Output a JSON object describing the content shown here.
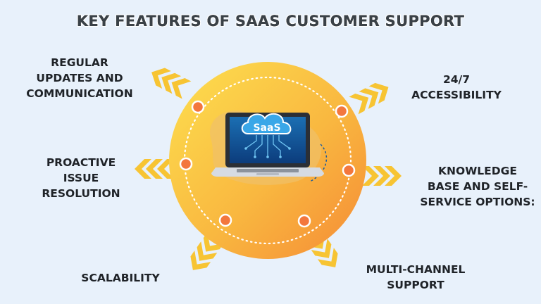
{
  "title": "KEY FEATURES OF SAAS CUSTOMER SUPPORT",
  "center": {
    "logo_text": "SaaS"
  },
  "features": [
    {
      "id": "regular-updates",
      "lines": [
        "REGULAR",
        "UPDATES AND",
        "COMMUNICATION"
      ]
    },
    {
      "id": "accessibility",
      "lines": [
        "24/7",
        "ACCESSIBILITY"
      ]
    },
    {
      "id": "proactive",
      "lines": [
        "PROACTIVE",
        "ISSUE",
        "RESOLUTION"
      ]
    },
    {
      "id": "knowledge-base",
      "lines": [
        "KNOWLEDGE",
        "BASE AND SELF-",
        "SERVICE OPTIONS:"
      ]
    },
    {
      "id": "scalability",
      "lines": [
        "SCALABILITY"
      ]
    },
    {
      "id": "multi-channel",
      "lines": [
        "MULTI-CHANNEL",
        "SUPPORT"
      ]
    }
  ],
  "colors": {
    "background": "#e8f1fb",
    "circle_light": "#fbd64a",
    "circle_dark": "#f59a3a",
    "chevron": "#f7c433",
    "node": "#f3773d",
    "cloud": "#3aa7e8"
  }
}
